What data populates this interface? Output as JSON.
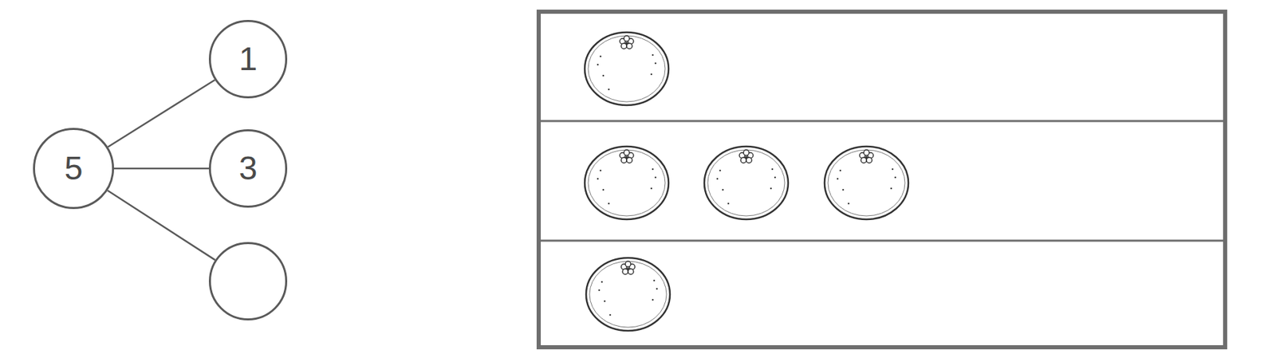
{
  "diagram": {
    "nodes": [
      {
        "text": [
          "5"
        ]
      },
      {
        "text": [
          "1"
        ]
      },
      {
        "text": [
          "3"
        ]
      },
      {
        "text": []
      }
    ],
    "edges": [
      {
        "from": 0,
        "to": 1,
        "arrow": "none"
      },
      {
        "from": 0,
        "to": 2,
        "arrow": "none"
      },
      {
        "from": 0,
        "to": 3,
        "arrow": "none"
      }
    ]
  }
}
